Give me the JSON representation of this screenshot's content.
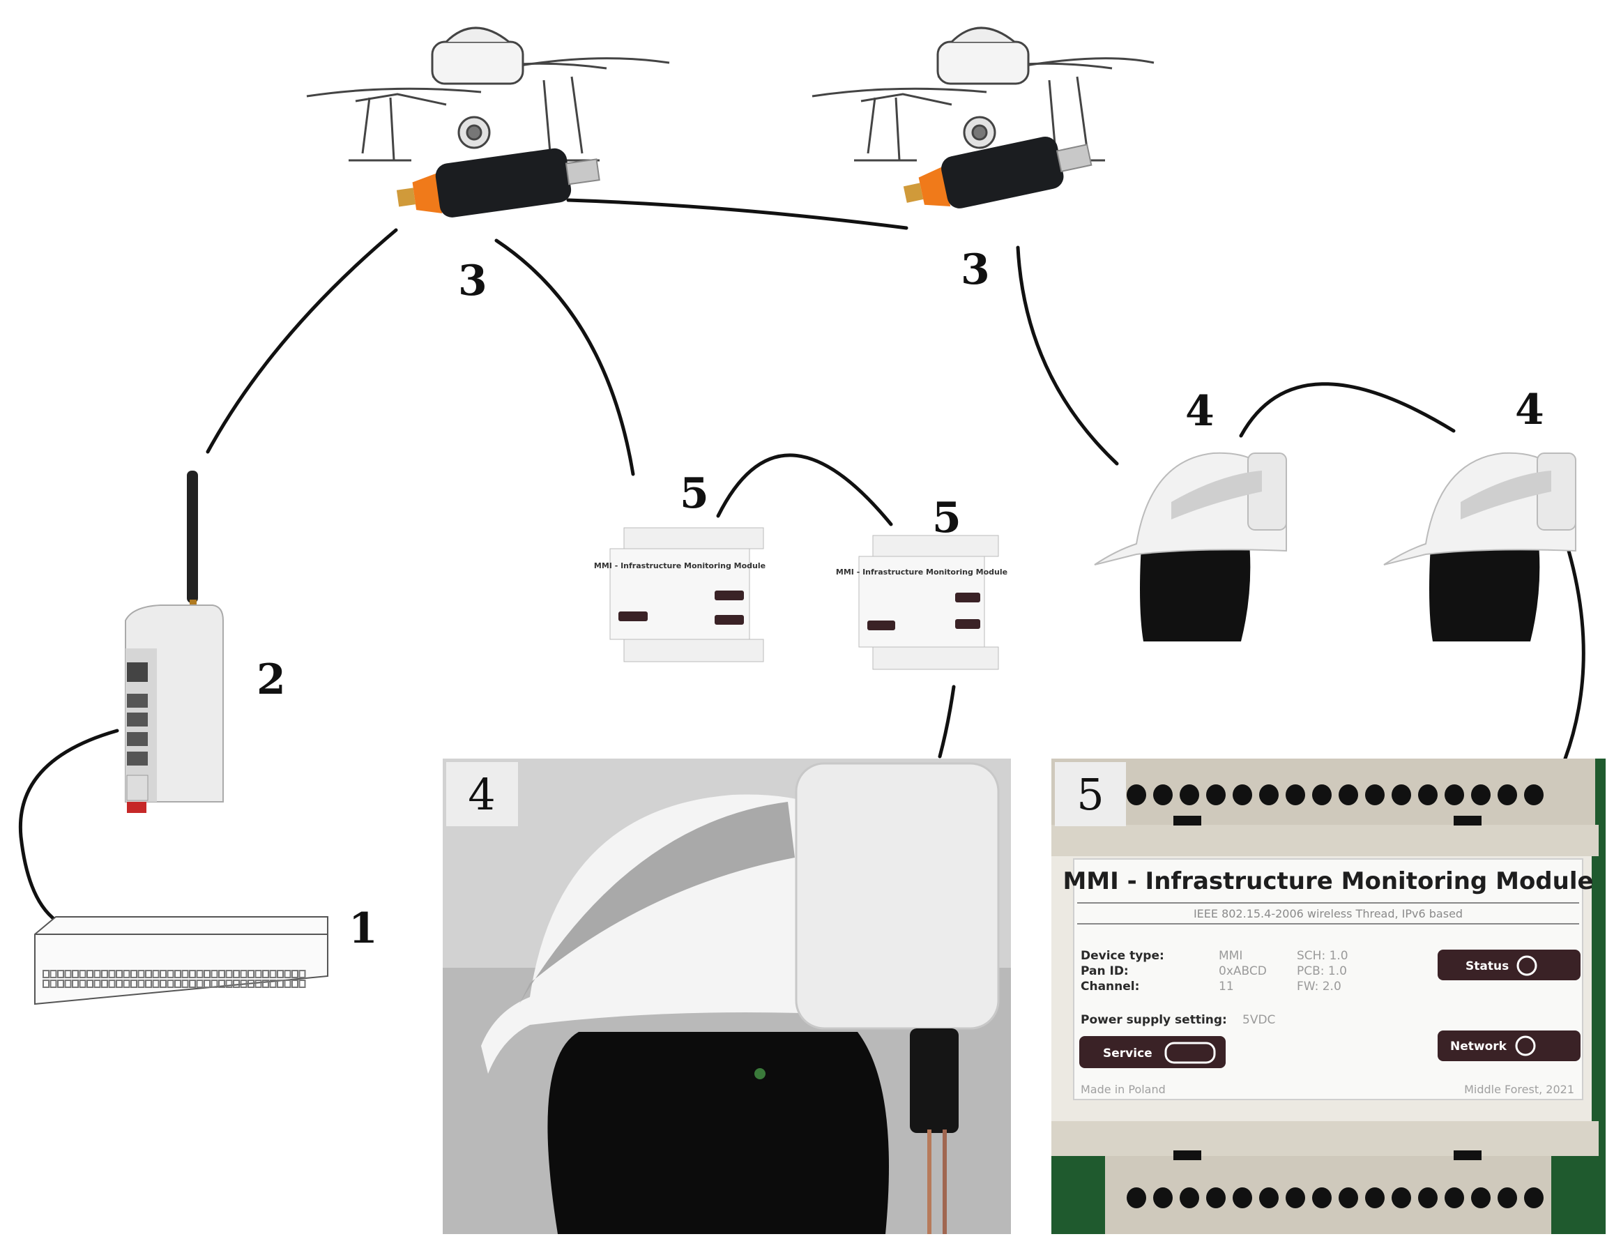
{
  "labels": {
    "switch": "1",
    "gateway": "2",
    "drone_left": "3",
    "drone_right": "3",
    "helmet_left": "4",
    "helmet_right": "4",
    "module_left": "5",
    "module_right": "5"
  },
  "photo_helmet_tag": "4",
  "photo_module_tag": "5",
  "mmi_panel": {
    "title": "MMI - Infrastructure Monitoring Module",
    "subtitle": "IEEE 802.15.4-2006 wireless Thread, IPv6 based",
    "device_type_key": "Device type:",
    "device_type_val": "MMI",
    "pan_id_key": "Pan ID:",
    "pan_id_val": "0xABCD",
    "channel_key": "Channel:",
    "channel_val": "11",
    "sch": "SCH: 1.0",
    "pcb": "PCB: 1.0",
    "fw": "FW: 2.0",
    "power_key": "Power supply setting:",
    "power_val": "5VDC",
    "status_btn": "Status",
    "network_btn": "Network",
    "service_btn": "Service",
    "made_in": "Made in Poland",
    "maker": "Middle Forest, 2021"
  },
  "colors": {
    "dongle_body": "#1b1d20",
    "dongle_accent": "#f07a1a",
    "panel_button": "#3a2226",
    "pcb_green": "#1f5a2e"
  }
}
